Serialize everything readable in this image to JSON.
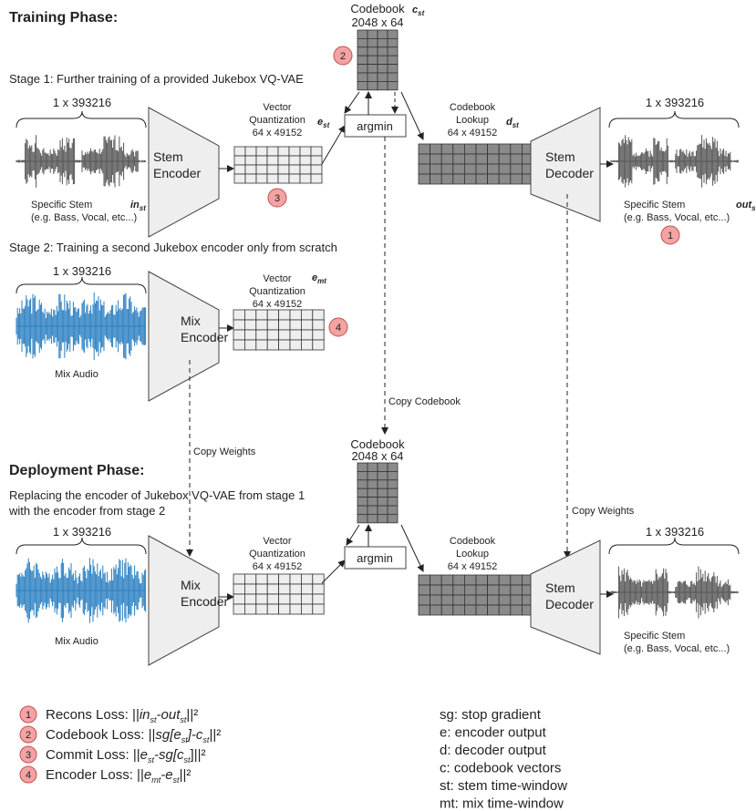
{
  "titles": {
    "training_phase": "Training Phase:",
    "stage1": "Stage 1: Further training of a provided Jukebox VQ-VAE",
    "stage2": "Stage 2: Training a second Jukebox encoder only from scratch",
    "deployment_phase": "Deployment Phase:",
    "deploy_line1": "Replacing the encoder of Jukebox VQ-VAE from stage 1",
    "deploy_line2": "with the encoder from stage 2"
  },
  "labels": {
    "audio_size": "1 x 393216",
    "specific_stem": "Specific Stem",
    "stem_examples": "(e.g. Bass, Vocal, etc...)",
    "mix_audio": "Mix Audio",
    "stem_encoder_1": "Stem",
    "stem_encoder_2": "Encoder",
    "mix_encoder_1": "Mix",
    "mix_encoder_2": "Encoder",
    "stem_decoder_1": "Stem",
    "stem_decoder_2": "Decoder",
    "vq_1": "Vector",
    "vq_2": "Quantization",
    "vq_size": "64 x 49152",
    "codebook": "Codebook",
    "codebook_size": "2048 x 64",
    "argmin": "argmin",
    "lookup_1": "Codebook",
    "lookup_2": "Lookup",
    "copy_codebook": "Copy Codebook",
    "copy_weights": "Copy Weights"
  },
  "variables": {
    "in": "in",
    "out": "out",
    "e": "e",
    "d": "d",
    "c": "c",
    "sub_st": "st",
    "sub_mt": "mt",
    "sub_s": "s"
  },
  "losses": [
    {
      "num": "1",
      "label": "Recons Loss: ||",
      "formula_parts": [
        "in",
        "st",
        "-out",
        "st",
        "||²"
      ]
    },
    {
      "num": "2",
      "label": "Codebook Loss: ||",
      "formula_parts": [
        "sg[e",
        "st",
        "]-c",
        "st",
        "||²"
      ]
    },
    {
      "num": "3",
      "label": "Commit Loss: ||",
      "formula_parts": [
        "e",
        "st",
        "-sg[c",
        "st",
        "]||²"
      ]
    },
    {
      "num": "4",
      "label": "Encoder Loss: ||",
      "formula_parts": [
        "e",
        "mt",
        "-e",
        "st",
        "||²"
      ]
    }
  ],
  "glossary": [
    "sg: stop gradient",
    "e: encoder output",
    "d: decoder output",
    "c: codebook vectors",
    "st: stem time-window",
    "mt: mix time-window"
  ],
  "colors": {
    "grey_wave": "#555555",
    "blue_wave": "#2a7fc1",
    "badge_fill": "#f4a3a3",
    "badge_stroke": "#c0504d",
    "dark_grid": "#8a8a8a",
    "light_grid": "#eeeeee",
    "trapezoid": "#eeeeee"
  }
}
